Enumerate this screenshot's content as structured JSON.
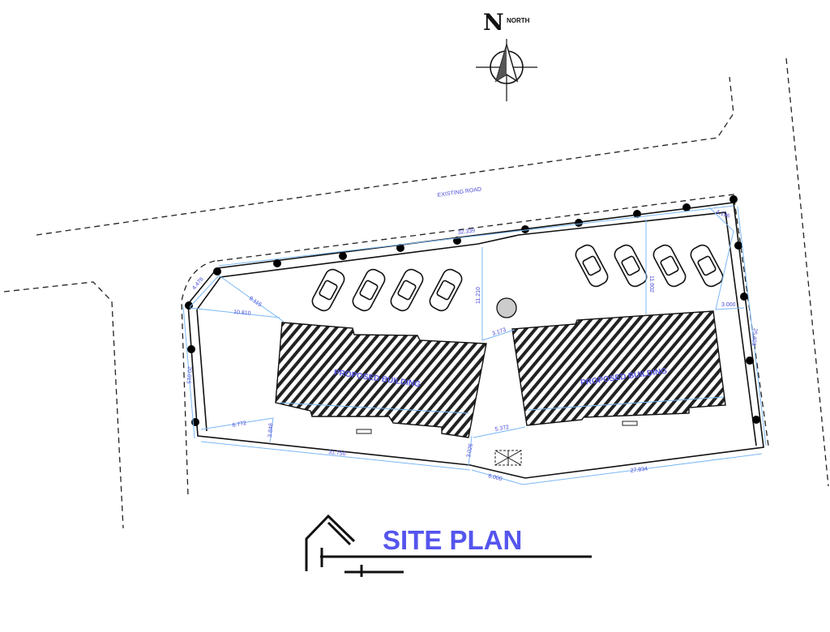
{
  "compass": {
    "letter": "N",
    "label": "NORTH"
  },
  "road_label": "EXISTING ROAD",
  "buildings": [
    {
      "label": "PROPOSED BUILDING"
    },
    {
      "label": "PROPOSED BUILDING"
    }
  ],
  "dimensions": {
    "top_boundary": "32.339",
    "nw_chamfer": "4.478",
    "ne_chamfer": "4.196",
    "diag_a": "8.115",
    "diag_b": "10.810",
    "left_side": "20.015",
    "center_vertical": "11.210",
    "right_vertical": "11.602",
    "gap_top": "3.173",
    "gap_bottom": "5.372",
    "right_setback": "3.000",
    "right_side": "25.403",
    "left_setback": "6.772",
    "left_bottom_setback": "3.848",
    "bottom_left": "31.750",
    "bottom_notch": "3.026",
    "bottom_mid": "6.000",
    "bottom_right": "27.834"
  },
  "title": "SITE PLAN",
  "colors": {
    "accent": "#5555ee",
    "dimension_line": "#7ab8f5"
  }
}
